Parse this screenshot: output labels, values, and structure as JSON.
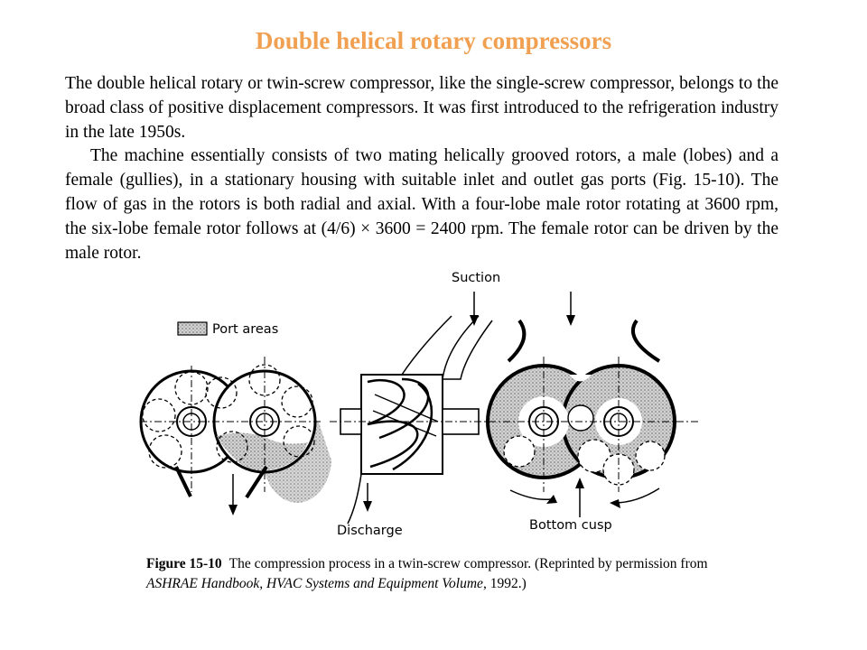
{
  "slide": {
    "title": "Double helical rotary compressors",
    "title_color": "#f0a050",
    "paragraphs": [
      "The double helical rotary or twin-screw compressor, like the single-screw compressor, belongs to the broad class of positive displacement compressors. It was first introduced to the refrigeration industry in the late 1950s.",
      "The machine essentially consists of two mating helically grooved rotors, a male (lobes) and a female (gullies), in a stationary housing with suitable inlet and outlet gas ports (Fig. 15-10). The flow of gas in the rotors is both radial and axial. With a four-lobe male rotor rotating at 3600 rpm, the six-lobe female rotor follows at (4/6) × 3600 = 2400 rpm. The female rotor can be driven by the male rotor."
    ]
  },
  "figure": {
    "labels": {
      "suction": "Suction",
      "port_areas": "Port areas",
      "discharge": "Discharge",
      "bottom_cusp": "Bottom cusp"
    },
    "caption": {
      "number": "Figure 15-10",
      "text": "The compression process in a twin-screw compressor. (Reprinted by permission from ",
      "source": "ASHRAE Handbook, HVAC Systems and Equipment Volume",
      "tail": ", 1992.)"
    }
  }
}
